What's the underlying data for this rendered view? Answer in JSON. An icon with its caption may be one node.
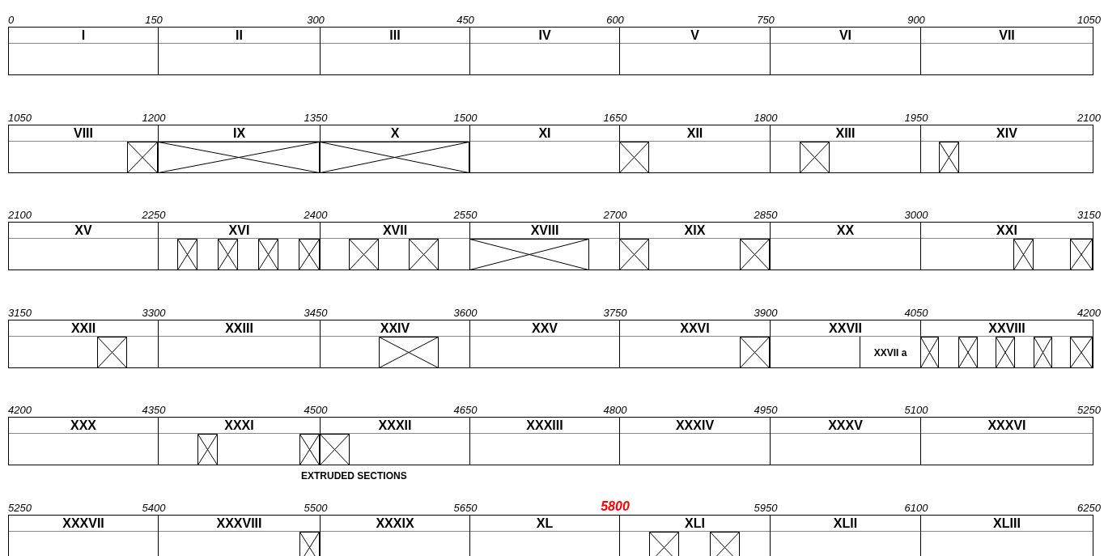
{
  "diagram": {
    "nodes": [
      {
        "text": [
          "I"
        ]
      },
      {
        "text": [
          "II"
        ]
      },
      {
        "text": [
          "III"
        ]
      },
      {
        "text": [
          "IV"
        ]
      },
      {
        "text": [
          "V"
        ]
      },
      {
        "text": [
          "VI"
        ]
      },
      {
        "text": [
          "VII"
        ]
      },
      {
        "text": [
          "VIII"
        ]
      },
      {
        "text": [],
        "shape": "box",
        "in": 7
      },
      {
        "text": [
          "IX"
        ]
      },
      {
        "text": [],
        "shape": "box",
        "in": 9
      },
      {
        "text": [
          "X"
        ]
      },
      {
        "text": [],
        "shape": "box",
        "in": 11
      },
      {
        "text": [
          "XI"
        ]
      },
      {
        "text": [
          "XII"
        ]
      },
      {
        "text": [],
        "shape": "box",
        "in": 14
      },
      {
        "text": [
          "XIII"
        ]
      },
      {
        "text": [],
        "shape": "box",
        "in": 16
      },
      {
        "text": [
          "XIV"
        ]
      },
      {
        "text": [],
        "shape": "box",
        "in": 18
      },
      {
        "text": [
          "XV"
        ]
      },
      {
        "text": [
          "XVI"
        ]
      },
      {
        "text": [],
        "shape": "box",
        "in": 21
      },
      {
        "text": [],
        "shape": "box",
        "in": 21
      },
      {
        "text": [],
        "shape": "box",
        "in": 21
      },
      {
        "text": [],
        "shape": "box",
        "in": 21
      },
      {
        "text": [
          "XVII"
        ]
      },
      {
        "text": [],
        "shape": "box",
        "in": 26
      },
      {
        "text": [],
        "shape": "box",
        "in": 26
      },
      {
        "text": [
          "XVIII"
        ]
      },
      {
        "text": [],
        "shape": "box",
        "in": 29
      },
      {
        "text": [
          "XIX"
        ]
      },
      {
        "text": [],
        "shape": "box",
        "in": 31
      },
      {
        "text": [],
        "shape": "box",
        "in": 31
      },
      {
        "text": [
          "XX"
        ]
      },
      {
        "text": [
          "XXI"
        ]
      },
      {
        "text": [],
        "shape": "box",
        "in": 35
      },
      {
        "text": [],
        "shape": "box",
        "in": 35
      },
      {
        "text": [
          "XXII"
        ]
      },
      {
        "text": [],
        "shape": "box",
        "in": 38
      },
      {
        "text": [
          "XXIII"
        ]
      },
      {
        "text": [
          "XXIV"
        ]
      },
      {
        "text": [],
        "shape": "box",
        "in": 41
      },
      {
        "text": [
          "XXV"
        ]
      },
      {
        "text": [
          "XXVI"
        ]
      },
      {
        "text": [],
        "shape": "box",
        "in": 44
      },
      {
        "text": [
          "XXVII"
        ]
      },
      {
        "text": [
          "XXVII a"
        ],
        "in": 46
      },
      {
        "text": [
          "XXVIII"
        ]
      },
      {
        "text": [],
        "shape": "box",
        "in": 48
      },
      {
        "text": [],
        "shape": "box",
        "in": 48
      },
      {
        "text": [],
        "shape": "box",
        "in": 48
      },
      {
        "text": [],
        "shape": "box",
        "in": 48
      },
      {
        "text": [],
        "shape": "box",
        "in": 48
      },
      {
        "text": [
          "XXX"
        ]
      },
      {
        "text": [
          "XXXI"
        ]
      },
      {
        "text": [],
        "shape": "box",
        "in": 55
      },
      {
        "text": [],
        "shape": "box",
        "in": 55
      },
      {
        "text": [
          "XXXII"
        ]
      },
      {
        "text": [],
        "shape": "box",
        "in": 58
      },
      {
        "text": [
          "XXXIII"
        ]
      },
      {
        "text": [
          "XXXIV"
        ]
      },
      {
        "text": [
          "XXXV"
        ]
      },
      {
        "text": [
          "XXXVI"
        ]
      },
      {
        "text": [
          "XXXVII"
        ]
      },
      {
        "text": [
          "XXXVIII"
        ]
      },
      {
        "text": [],
        "shape": "box",
        "in": 65
      },
      {
        "text": [
          "XXXIX"
        ]
      },
      {
        "text": [
          "XL"
        ]
      },
      {
        "text": [
          "XLI"
        ]
      },
      {
        "text": [],
        "shape": "box",
        "in": 69
      },
      {
        "text": [],
        "shape": "box",
        "in": 69
      },
      {
        "text": [
          "XLII"
        ]
      },
      {
        "text": [
          "XLIII"
        ]
      }
    ],
    "labels": [
      "0",
      "150",
      "300",
      "450",
      "600",
      "750",
      "900",
      "1050",
      "1050",
      "1200",
      "1350",
      "1500",
      "1650",
      "1800",
      "1950",
      "2100",
      "2100",
      "2250",
      "2400",
      "2550",
      "2700",
      "2850",
      "3000",
      "3150",
      "3150",
      "3300",
      "3450",
      "3600",
      "3750",
      "3900",
      "4050",
      "4200",
      "4200",
      "4350",
      "4500",
      "4650",
      "4800",
      "4950",
      "5100",
      "5250",
      "EXTRUDED SECTIONS",
      "5250",
      "5400",
      "5500",
      "5650",
      "5800",
      "5950",
      "6100",
      "6250"
    ]
  }
}
